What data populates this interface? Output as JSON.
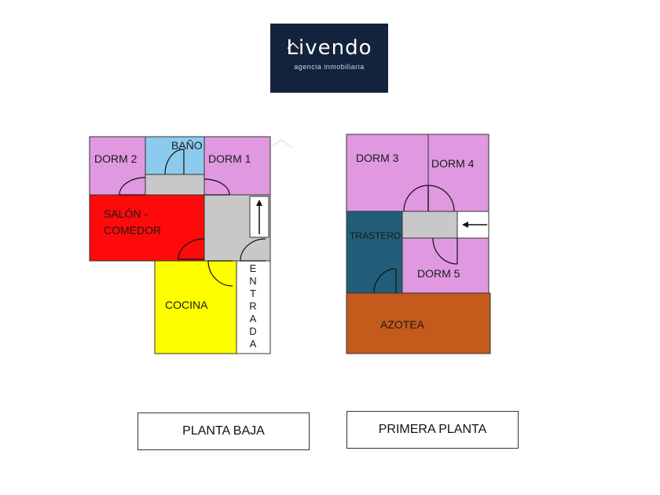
{
  "logo": {
    "name": "Livendo",
    "tagline": "agencia inmobiliaria"
  },
  "colors": {
    "bedroom": "#e098e0",
    "bathroom": "#8ccbee",
    "living": "#ff0a0a",
    "kitchen": "#ffff00",
    "hall": "#c8c8c8",
    "storage": "#225e7a",
    "terrace": "#c45a1c",
    "logo_bg": "#14233d"
  },
  "ground_floor": {
    "title": "PLANTA BAJA",
    "rooms": {
      "dorm2": "DORM 2",
      "bano": "BAÑO",
      "dorm1": "DORM 1",
      "salon_line1": "SALÓN -",
      "salon_line2": "COMEDOR",
      "cocina": "COCINA",
      "entrada": "ENTRADA"
    }
  },
  "first_floor": {
    "title": "PRIMERA PLANTA",
    "rooms": {
      "dorm3": "DORM 3",
      "dorm4": "DORM 4",
      "trastero": "TRASTERO",
      "dorm5": "DORM 5",
      "azotea": "AZOTEA"
    }
  }
}
